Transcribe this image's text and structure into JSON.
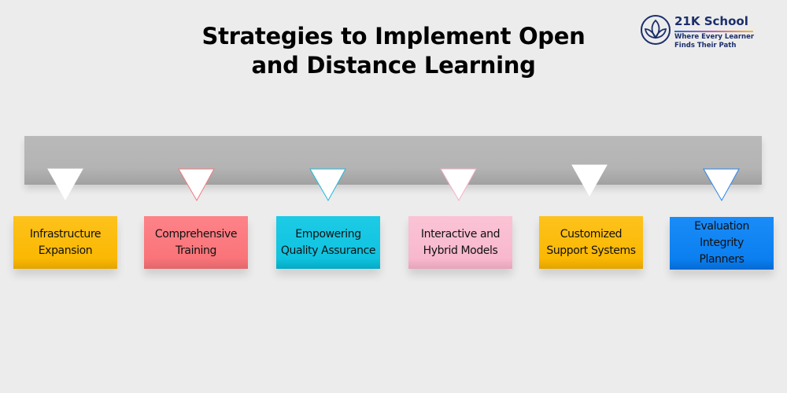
{
  "title": {
    "line1": "Strategies to Implement Open",
    "line2": "and Distance Learning"
  },
  "logo": {
    "icon": "lotus-circle-icon",
    "brand": "21K School",
    "tagline_line1": "Where Every Learner",
    "tagline_line2": "Finds Their Path"
  },
  "strategies": [
    {
      "line1": "Infrastructure",
      "line2": "Expansion",
      "line3": "",
      "color": "#fbb803",
      "arrow_outline": "#ffffff"
    },
    {
      "line1": "Comprehensive",
      "line2": "Training",
      "line3": "",
      "color": "#fa7479",
      "arrow_outline": "#f07a80"
    },
    {
      "line1": "Empowering",
      "line2": "Quality Assurance",
      "line3": "",
      "color": "#0fc3e0",
      "arrow_outline": "#22b8d8"
    },
    {
      "line1": "Interactive and",
      "line2": "Hybrid Models",
      "line3": "",
      "color": "#f8b8cd",
      "arrow_outline": "#f5b0c8"
    },
    {
      "line1": "Customized",
      "line2": "Support Systems",
      "line3": "",
      "color": "#fbb803",
      "arrow_outline": "#ffffff"
    },
    {
      "line1": "Evaluation",
      "line2": "Integrity",
      "line3": "Planners",
      "color": "#0b7ff0",
      "arrow_outline": "#2a86e8"
    }
  ]
}
